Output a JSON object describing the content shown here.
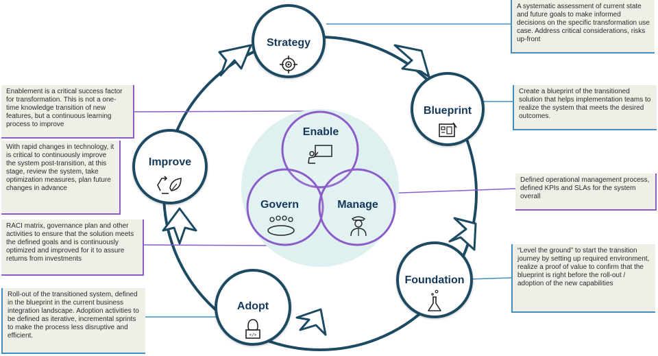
{
  "nodes": {
    "strategy": "Strategy",
    "blueprint": "Blueprint",
    "foundation": "Foundation",
    "adopt": "Adopt",
    "improve": "Improve"
  },
  "venn": {
    "enable": "Enable",
    "govern": "Govern",
    "manage": "Manage"
  },
  "notes": {
    "strategy": "A systematic assessment of current state and future goals to make informed decisions on the specific transformation use case. Address critical considerations, risks up-front",
    "blueprint": "Create a blueprint of the transitioned solution that helps implementation teams to realize the system that meets the desired outcomes.",
    "manage": "Defined operational management process, defined KPIs and SLAs for the system overall",
    "foundation": "“Level the ground” to start the transition journey by setting up required environment, realize a proof of value to confirm that the blueprint is right before the roll-out / adoption of the new capabilities",
    "enable": "Enablement is a critical success factor for transformation. This is not a one-time knowledge transition of new features, but a continuous learning process to improve",
    "improve": "With rapid changes in technology, it is critical to continuously improve the system post-transition, at this stage, review the system, take optimization measures, plan future changes in advance",
    "govern": "RACI matrix, governance plan and other activities to ensure that the solution meets the defined goals and is continuously optimized and improved for it to assure returns from investments",
    "adopt": "Roll-out of the transitioned system, defined in the blueprint in the current business integration landscape. Adoption activities to be defined as iterative, incremental sprints to make the process less disruptive and efficient."
  },
  "colors": {
    "ring": "#1d4a63",
    "accent_blue": "#3f8fc0",
    "accent_purple": "#8b5cc8",
    "venn_bg": "#dff0f1",
    "node_text": "#15385a"
  },
  "icons": [
    "target-icon",
    "blueprint-icon",
    "flask-icon",
    "developer-icon",
    "recycle-icon",
    "presentation-icon",
    "meeting-icon",
    "officer-icon"
  ]
}
